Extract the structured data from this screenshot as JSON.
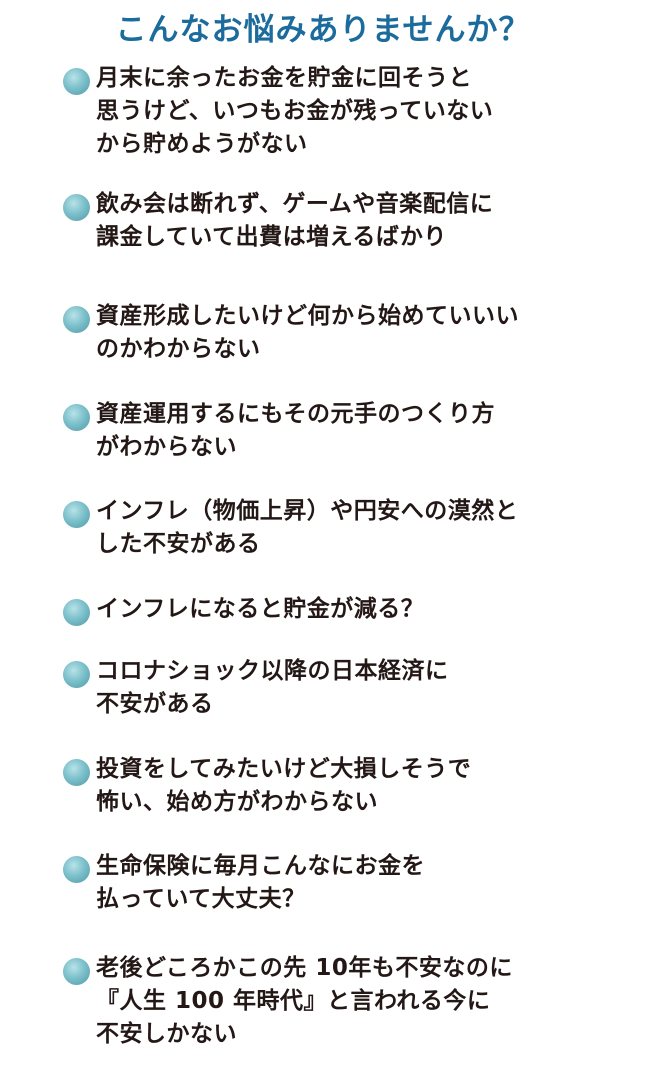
{
  "title": "こんなお悩みありませんか？",
  "items": [
    {
      "lines": [
        "月末に余ったお金を貯金に回そうと",
        "思うけど、いつもお金が残っていない",
        "から貯めようがない"
      ]
    },
    {
      "lines": [
        "飲み会は断れず、ゲームや音楽配信に",
        "課金していて出費は増えるばかり"
      ]
    },
    {
      "lines": [
        "資産形成したいけど何から始めていいい",
        "のかわからない"
      ]
    },
    {
      "lines": [
        "資産運用するにもその元手のつくり方",
        "がわからない"
      ]
    },
    {
      "lines": [
        "インフレ（物価上昇）や円安への漠然と",
        "した不安がある"
      ]
    },
    {
      "lines": [
        "インフレになると貯金が減る？"
      ]
    },
    {
      "lines": [
        "コロナショック以降の日本経済に",
        "不安がある"
      ]
    },
    {
      "lines": [
        "投資をしてみたいけど大損しそうで",
        "怖い、始め方がわからない"
      ]
    },
    {
      "lines": [
        "生命保険に毎月こんなにお金を",
        "払っていて大丈夫？"
      ]
    },
    {
      "lines": [
        "老後どころかこの先 10年も不安なのに",
        "『人生 100 年時代』と言われる今に",
        "不安しかない"
      ]
    }
  ]
}
